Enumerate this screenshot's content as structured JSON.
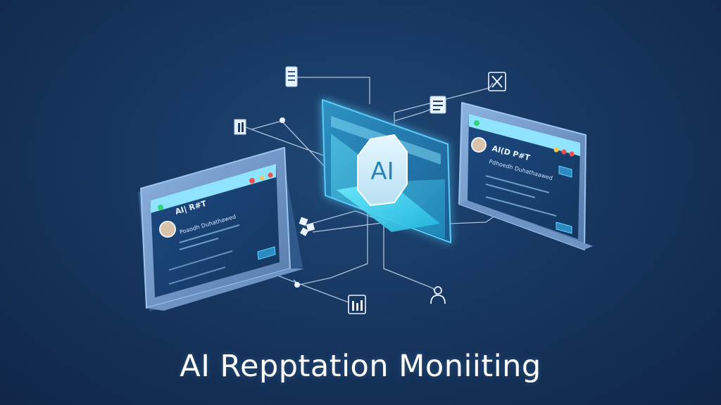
{
  "title": "AI Repptation Moniiting",
  "central_panel": {
    "badge_text": "AI"
  },
  "left_device": {
    "header_text": "AI| R#T",
    "subheader_text": "Poaodh Duhathawed"
  },
  "right_device": {
    "header_text": "AI(D P#T",
    "subheader_text": "Pdhoedh Duhathaawed"
  },
  "colors": {
    "background_top": "#1f4774",
    "background_bottom": "#0f2647",
    "panel_glow": "#5fd3ff",
    "device_frame": "#6f94c4",
    "screen_header": "#8fe3ff",
    "connector_line": "#c7d8ef",
    "status_green": "#2dd47a",
    "status_red": "#ef4f4f",
    "status_yellow": "#f2c94c"
  },
  "icons": [
    "document-icon",
    "bar-chart-icon",
    "chat-icon",
    "tools-icon",
    "network-nodes-icon",
    "report-icon",
    "person-icon",
    "robot-avatar-icon",
    "ai-badge-icon"
  ]
}
